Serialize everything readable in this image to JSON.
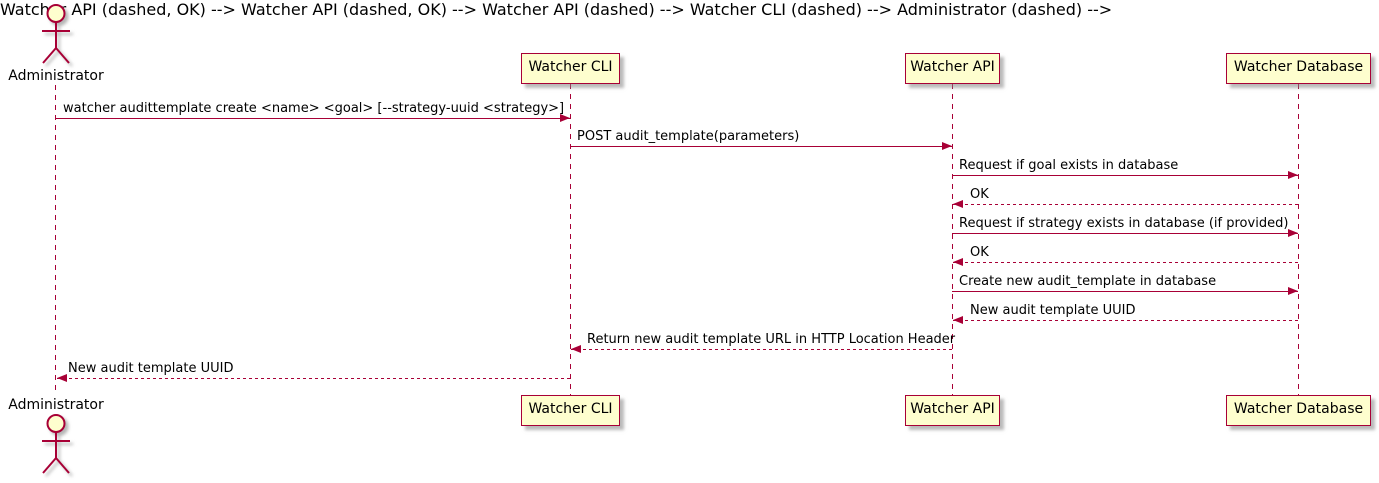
{
  "diagram": {
    "kind": "sequence-diagram",
    "colors": {
      "participant_fill": "#FEFECE",
      "participant_border": "#A80036",
      "arrow": "#A80036",
      "text": "#000000",
      "background": "#FFFFFF"
    },
    "actors": [
      {
        "name": "Administrator",
        "kind": "actor"
      },
      {
        "name": "Watcher CLI",
        "kind": "participant"
      },
      {
        "name": "Watcher API",
        "kind": "participant"
      },
      {
        "name": "Watcher Database",
        "kind": "participant"
      }
    ],
    "messages": [
      {
        "from": "Administrator",
        "to": "Watcher CLI",
        "style": "solid",
        "text": "watcher audittemplate create <name> <goal> [--strategy-uuid <strategy>]"
      },
      {
        "from": "Watcher CLI",
        "to": "Watcher API",
        "style": "solid",
        "text": "POST audit_template(parameters)"
      },
      {
        "from": "Watcher API",
        "to": "Watcher Database",
        "style": "solid",
        "text": "Request if goal exists in database"
      },
      {
        "from": "Watcher Database",
        "to": "Watcher API",
        "style": "dashed",
        "text": "OK"
      },
      {
        "from": "Watcher API",
        "to": "Watcher Database",
        "style": "solid",
        "text": "Request if strategy exists in database (if provided)"
      },
      {
        "from": "Watcher Database",
        "to": "Watcher API",
        "style": "dashed",
        "text": "OK"
      },
      {
        "from": "Watcher API",
        "to": "Watcher Database",
        "style": "solid",
        "text": "Create new audit_template in database"
      },
      {
        "from": "Watcher Database",
        "to": "Watcher API",
        "style": "dashed",
        "text": "New audit template UUID"
      },
      {
        "from": "Watcher API",
        "to": "Watcher CLI",
        "style": "dashed",
        "text": "Return new audit template URL in HTTP Location Header"
      },
      {
        "from": "Watcher CLI",
        "to": "Administrator",
        "style": "dashed",
        "text": "New audit template UUID"
      }
    ]
  }
}
